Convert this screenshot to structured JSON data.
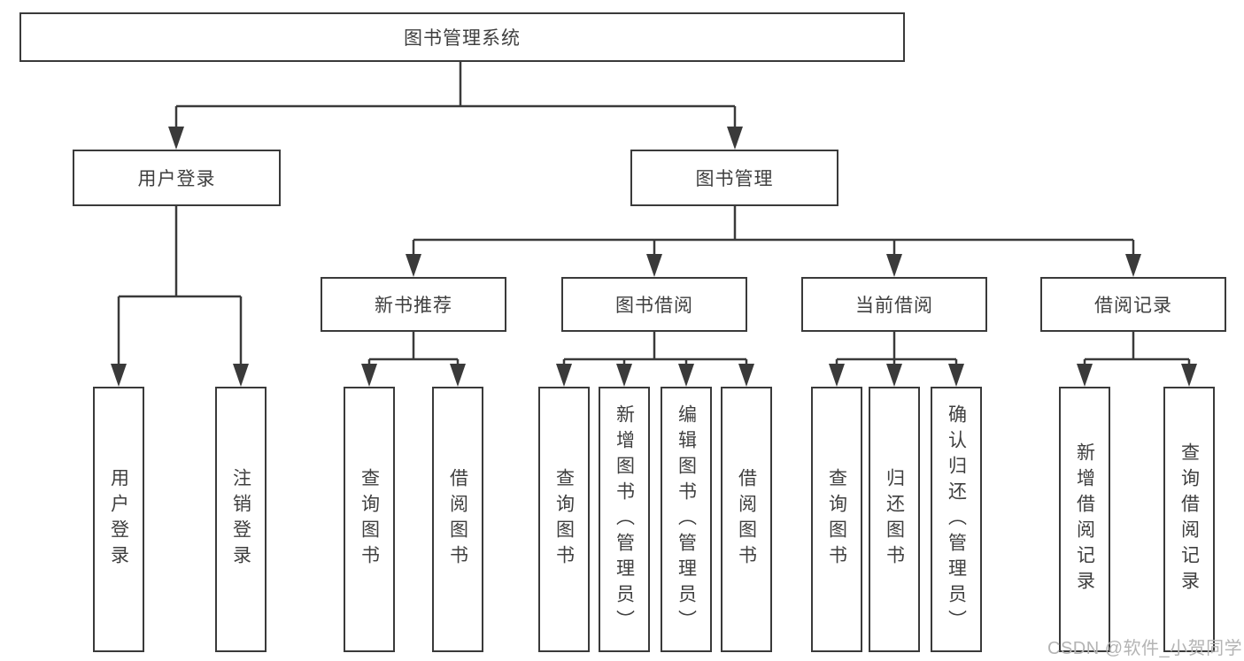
{
  "tree": {
    "root": "图书管理系统",
    "branches": [
      {
        "label": "用户登录",
        "children": [
          "用户登录",
          "注销登录"
        ]
      },
      {
        "label": "图书管理",
        "groups": [
          {
            "label": "新书推荐",
            "children": [
              "查询图书",
              "借阅图书"
            ]
          },
          {
            "label": "图书借阅",
            "children": [
              "查询图书",
              "新增图书（管理员）",
              "编辑图书（管理员）",
              "借阅图书"
            ]
          },
          {
            "label": "当前借阅",
            "children": [
              "查询图书",
              "归还图书",
              "确认归还（管理员）"
            ]
          },
          {
            "label": "借阅记录",
            "children": [
              "新增借阅记录",
              "查询借阅记录"
            ]
          }
        ]
      }
    ]
  },
  "watermark": "CSDN @软件_小贺同学",
  "colors": {
    "line": "#3a3a3a",
    "text": "#3f3f3f",
    "watermark": "#b4b4b4",
    "background": "#ffffff"
  }
}
